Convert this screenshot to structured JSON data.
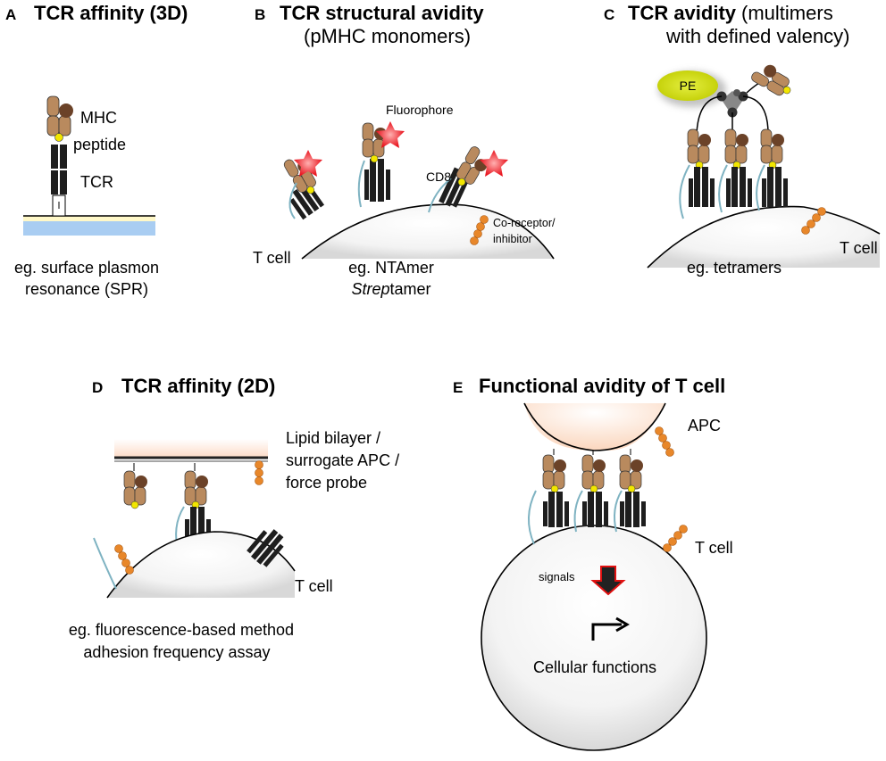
{
  "panels": {
    "A": {
      "letter": "A",
      "title": "TCR affinity (3D)",
      "labels": {
        "mhc": "MHC",
        "peptide": "peptide",
        "tcr": "TCR"
      },
      "caption_line1": "eg. surface plasmon",
      "caption_line2": "resonance (SPR)"
    },
    "B": {
      "letter": "B",
      "title": "TCR structural avidity",
      "subtitle": "(pMHC monomers)",
      "labels": {
        "fluorophore": "Fluorophore",
        "cd8": "CD8",
        "coreceptor_line1": "Co-receptor/",
        "coreceptor_line2": "inhibitor",
        "tcell": "T cell"
      },
      "caption_line1": "eg. NTAmer",
      "caption_line2_italic": "Strep",
      "caption_line2_rest": "tamer"
    },
    "C": {
      "letter": "C",
      "title": "TCR avidity",
      "title_rest": "(multimers",
      "subtitle": "with defined valency)",
      "labels": {
        "pe": "PE",
        "tcell": "T cell"
      },
      "caption": "eg. tetramers"
    },
    "D": {
      "letter": "D",
      "title": "TCR affinity (2D)",
      "labels": {
        "bilayer_line1": "Lipid bilayer /",
        "bilayer_line2": "surrogate APC /",
        "bilayer_line3": "force probe",
        "tcell": "T cell"
      },
      "caption_line1": "eg. fluorescence-based method",
      "caption_line2": "adhesion frequency assay"
    },
    "E": {
      "letter": "E",
      "title": "Functional avidity of T cell",
      "labels": {
        "apc": "APC",
        "tcell": "T cell",
        "signals": "signals",
        "functions": "Cellular functions"
      }
    }
  },
  "colors": {
    "mhc_light": "#b98a5e",
    "mhc_dark": "#6b4228",
    "peptide": "#f2e600",
    "tcr": "#1e1e1e",
    "cd8": "#7fb3c2",
    "coreceptor": "#e8872a",
    "fluorophore": "#e8121c",
    "pe": "#c9d400",
    "apc": "#fbd9c3",
    "spr_surface": "#a9cdf2",
    "arrow_red": "#e01010"
  }
}
